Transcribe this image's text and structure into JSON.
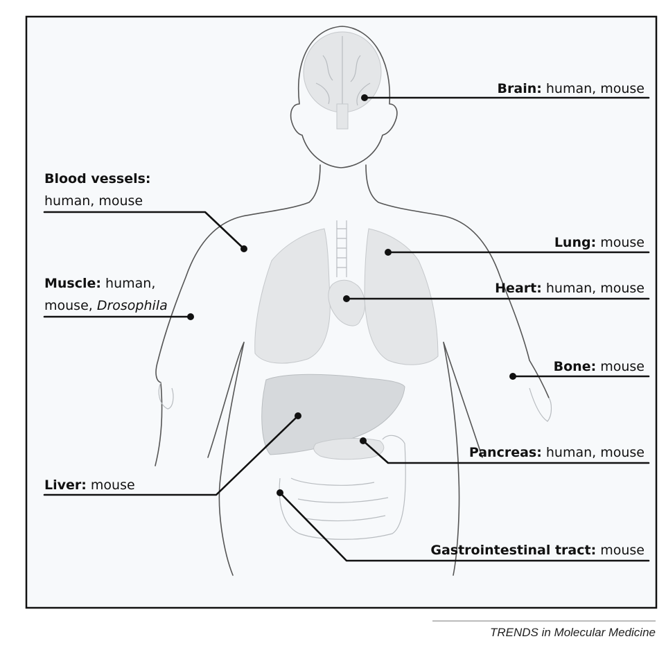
{
  "labels": {
    "brain": {
      "organ": "Brain:",
      "models": " human, mouse"
    },
    "blood_vessels": {
      "organ": "Blood vessels:",
      "models": "human, mouse"
    },
    "lung": {
      "organ": "Lung:",
      "models": " mouse"
    },
    "muscle": {
      "organ": "Muscle:",
      "models_line1": " human,",
      "models_line2": "mouse, ",
      "models_line2_italic": "Drosophila"
    },
    "heart": {
      "organ": "Heart:",
      "models": " human, mouse"
    },
    "bone": {
      "organ": "Bone:",
      "models": " mouse"
    },
    "pancreas": {
      "organ": "Pancreas:",
      "models": " human, mouse"
    },
    "liver": {
      "organ": "Liver:",
      "models": " mouse"
    },
    "gi_tract": {
      "organ": "Gastrointestinal tract:",
      "models": " mouse"
    }
  },
  "credit": "TRENDS in Molecular Medicine"
}
